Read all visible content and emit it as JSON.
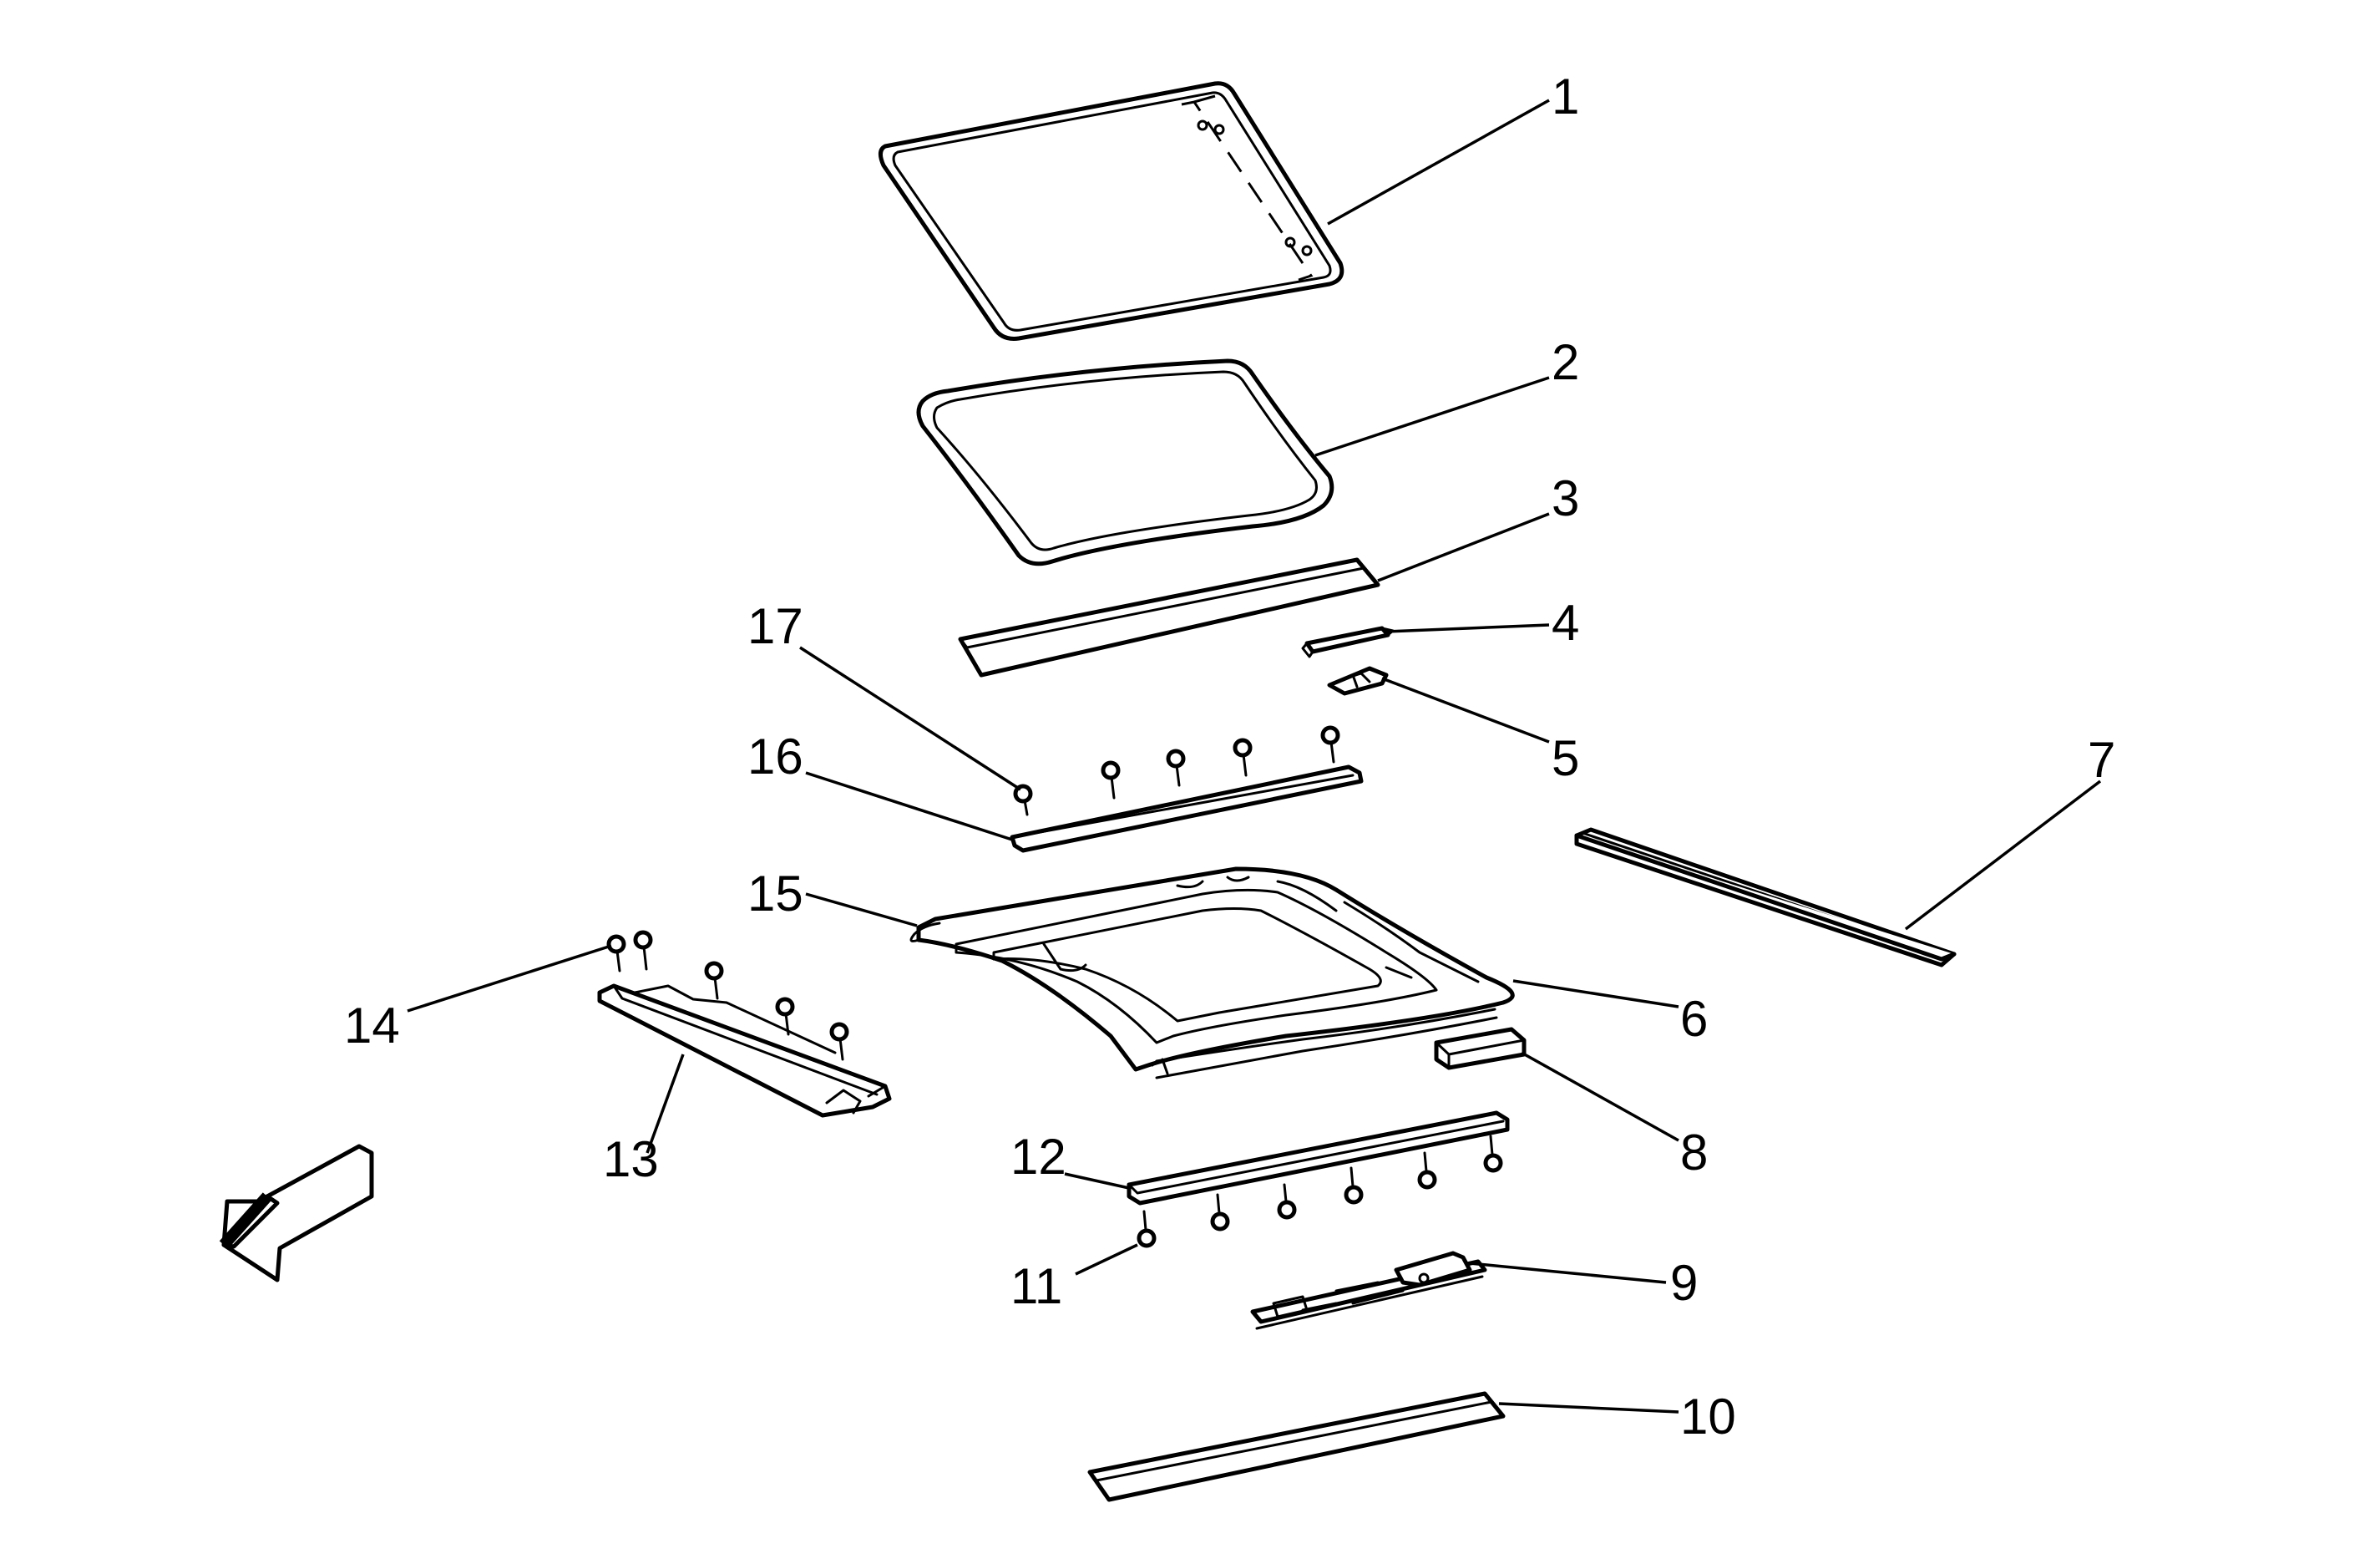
{
  "diagram": {
    "callouts": [
      {
        "id": "1",
        "label": "1"
      },
      {
        "id": "2",
        "label": "2"
      },
      {
        "id": "3",
        "label": "3"
      },
      {
        "id": "4",
        "label": "4"
      },
      {
        "id": "5",
        "label": "5"
      },
      {
        "id": "6",
        "label": "6"
      },
      {
        "id": "7",
        "label": "7"
      },
      {
        "id": "8",
        "label": "8"
      },
      {
        "id": "9",
        "label": "9"
      },
      {
        "id": "10",
        "label": "10"
      },
      {
        "id": "11",
        "label": "11"
      },
      {
        "id": "12",
        "label": "12"
      },
      {
        "id": "13",
        "label": "13"
      },
      {
        "id": "14",
        "label": "14"
      },
      {
        "id": "15",
        "label": "15"
      },
      {
        "id": "16",
        "label": "16"
      },
      {
        "id": "17",
        "label": "17"
      }
    ],
    "direction_arrow": {
      "icon": "front-direction-arrow-icon"
    },
    "colors": {
      "line": "#000000",
      "background": "#ffffff",
      "arrow_fill": "#000000"
    }
  }
}
